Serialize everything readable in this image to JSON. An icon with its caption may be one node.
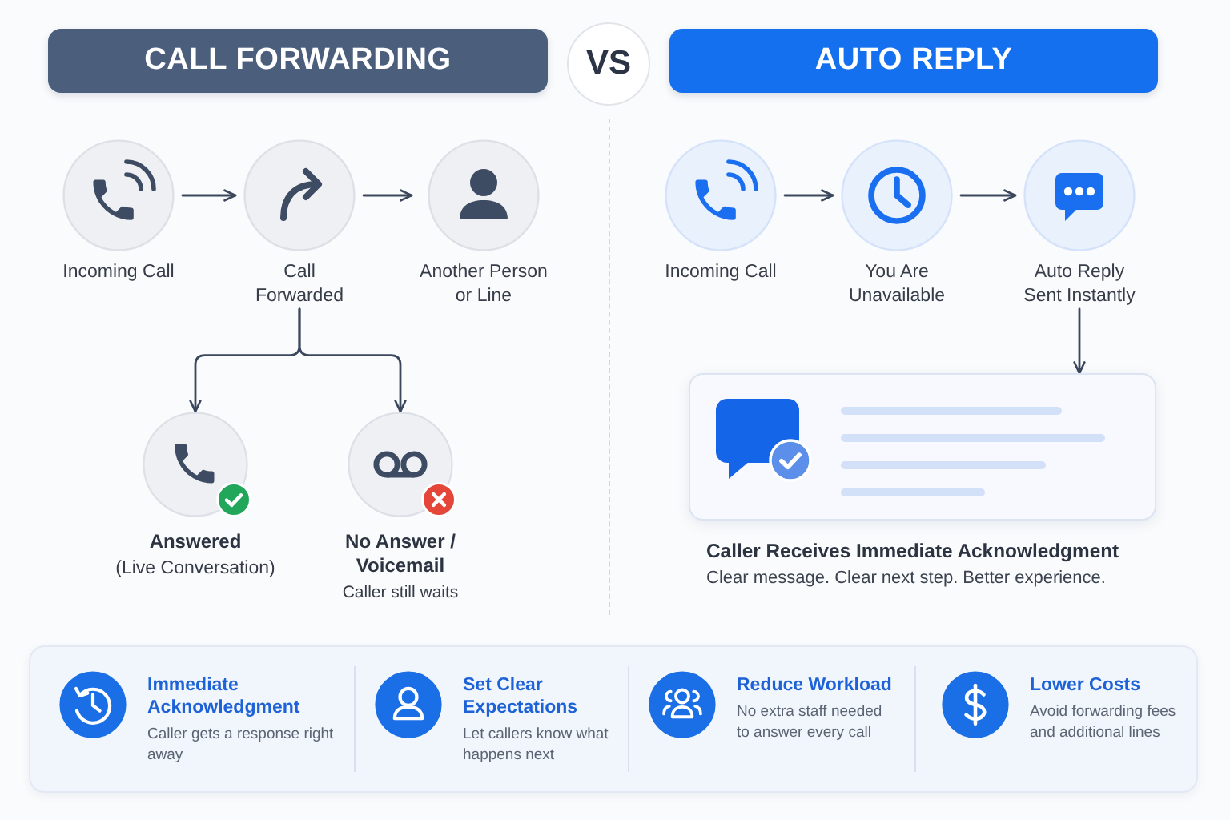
{
  "diagram": {
    "nodes": [
      {
        "text": [
          "CALL FORWARDING"
        ]
      },
      {
        "text": [
          "VS"
        ]
      },
      {
        "text": [
          "AUTO REPLY"
        ]
      },
      {
        "text": [
          "Incoming Call"
        ]
      },
      {
        "text": [
          "Call Forwarded"
        ]
      },
      {
        "text": [
          "Another Person or Line"
        ]
      },
      {
        "text": [
          "Answered",
          "(Live Conversation)"
        ]
      },
      {
        "text": [
          "No Answer / Voicemail",
          "Caller still waits"
        ]
      },
      {
        "text": [
          "Incoming Call"
        ]
      },
      {
        "text": [
          "You Are Unavailable"
        ]
      },
      {
        "text": [
          "Auto Reply Sent Instantly"
        ]
      },
      {
        "text": [
          "Caller Receives Immediate Acknowledgment",
          "Clear message. Clear next step. Better experience."
        ]
      },
      {
        "text": [],
        "shape": "box"
      },
      {
        "text": [
          "Immediate Acknowledgment",
          "Caller gets a response right away"
        ],
        "in": 12
      },
      {
        "text": [
          "Set Clear Expectations",
          "Let callers know what happens next"
        ],
        "in": 12
      },
      {
        "text": [
          "Reduce Workload",
          "No extra staff needed to answer every call"
        ],
        "in": 12
      },
      {
        "text": [
          "Lower Costs",
          "Avoid forwarding fees and additional lines"
        ],
        "in": 12
      }
    ],
    "edges": [
      {
        "from": 3,
        "to": 4,
        "arrow": "to"
      },
      {
        "from": 4,
        "to": 5,
        "arrow": "to"
      },
      {
        "from": 4,
        "to": 6,
        "arrow": "to"
      },
      {
        "from": 4,
        "to": 7,
        "arrow": "to"
      },
      {
        "from": 8,
        "to": 9,
        "arrow": "to"
      },
      {
        "from": 9,
        "to": 10,
        "arrow": "to"
      },
      {
        "from": 10,
        "to": 11,
        "arrow": "to"
      }
    ]
  }
}
